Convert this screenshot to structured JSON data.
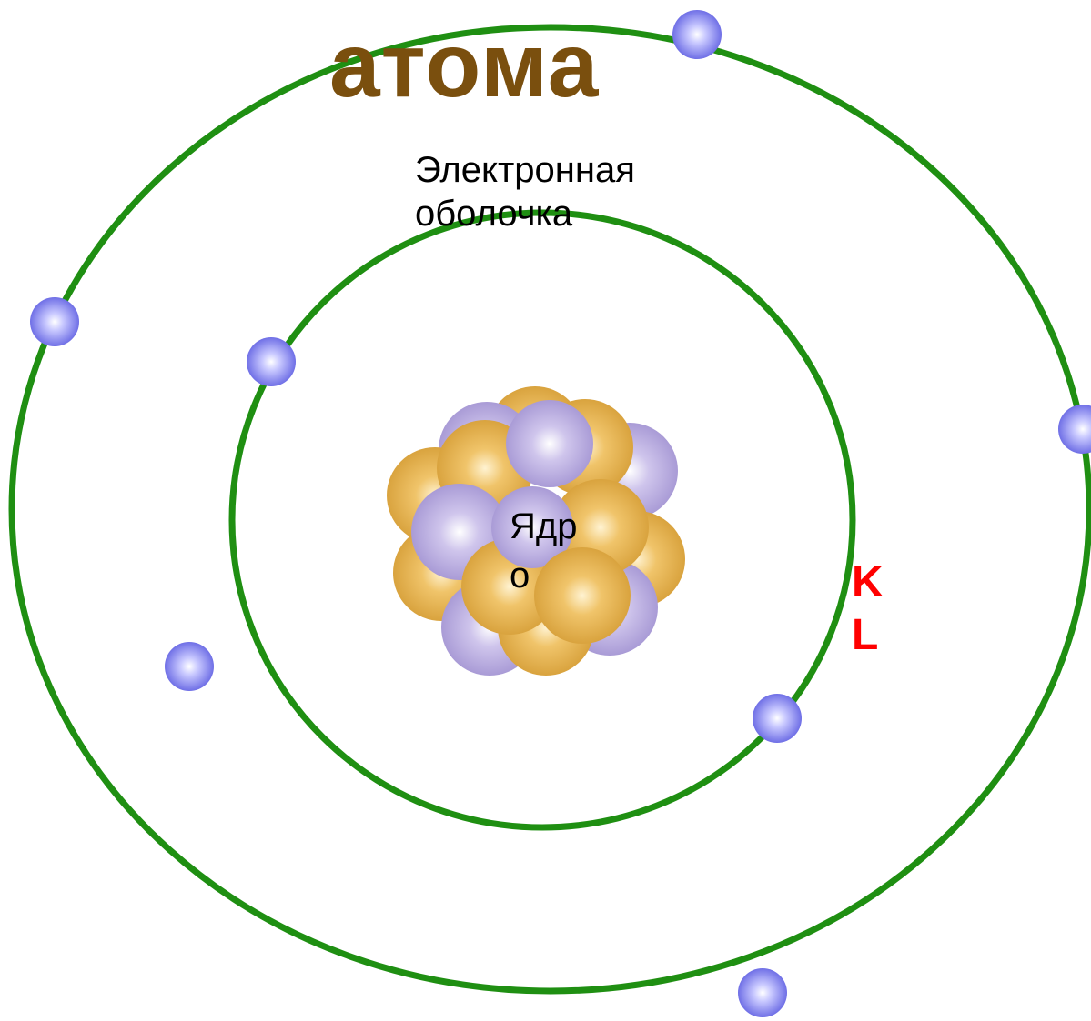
{
  "diagram": {
    "title": "атома",
    "shell_label": "Электронная\nоболочка",
    "nucleus_label": "Ядр\nо",
    "shell_letters": "K\nL",
    "colors": {
      "orbit": "#1f8f12",
      "title": "#7a4f0e",
      "shell_letters": "#ff0000",
      "electron": "#8080ee",
      "proton": "#b3a7d8",
      "neutron": "#e2b04e"
    },
    "electron_counts": {
      "inner_orbit": 2,
      "outer_orbit": 5
    }
  }
}
